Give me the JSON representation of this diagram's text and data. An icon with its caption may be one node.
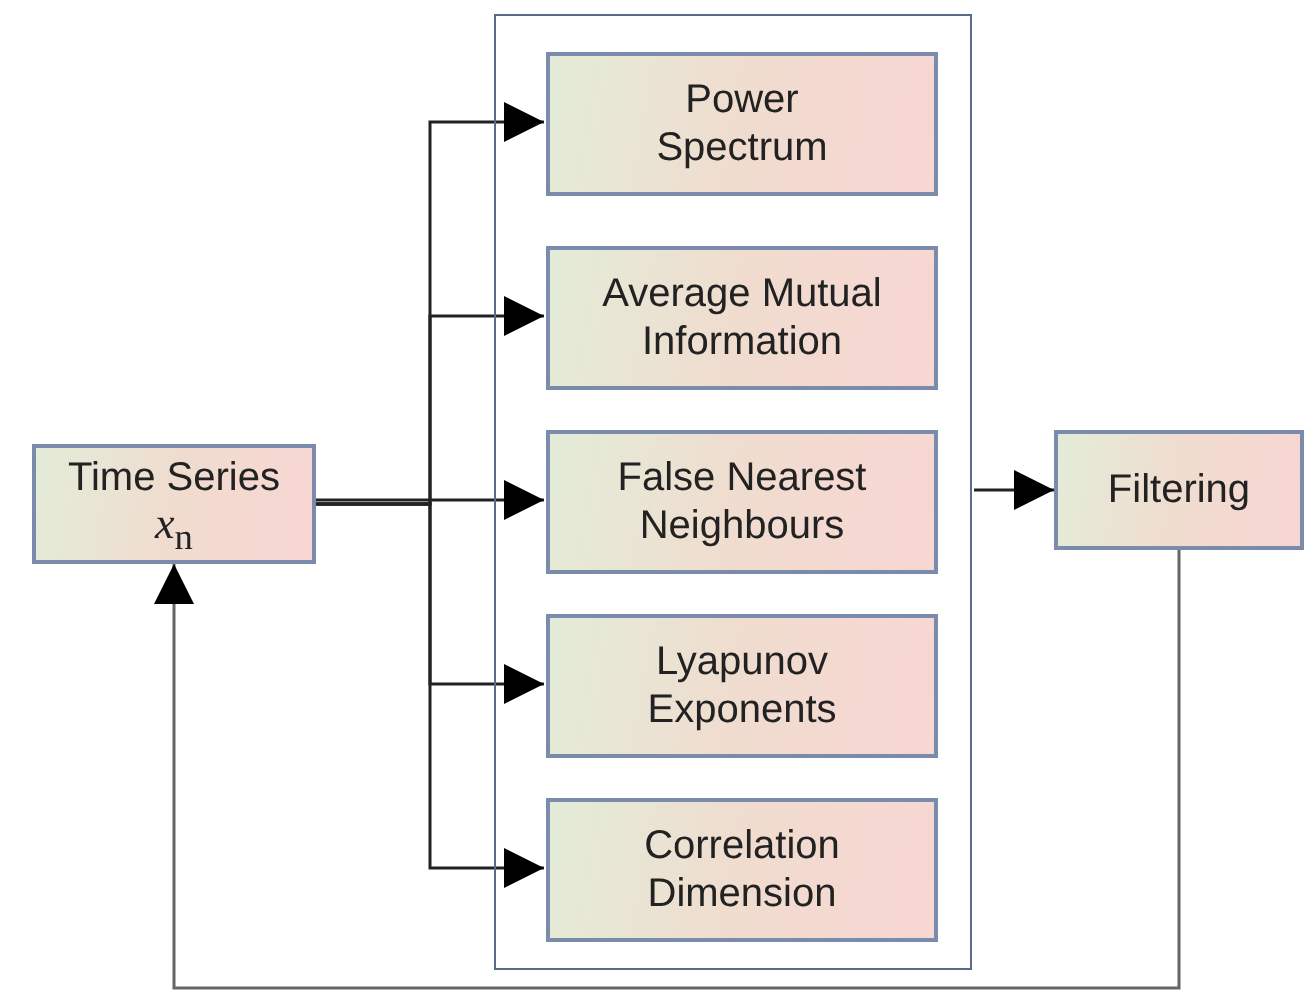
{
  "diagram": {
    "nodes": [
      {
        "text": [
          "Time Series",
          "*x*$_{n}$"
        ]
      },
      {
        "text": [],
        "shape": "box"
      },
      {
        "text": [
          "Power Spectrum"
        ],
        "in": 1
      },
      {
        "text": [
          "Average Mutual Information"
        ],
        "in": 1
      },
      {
        "text": [
          "False Nearest Neighbours"
        ],
        "in": 1
      },
      {
        "text": [
          "Lyapunov Exponents"
        ],
        "in": 1
      },
      {
        "text": [
          "Correlation Dimension"
        ],
        "in": 1
      },
      {
        "text": [
          "Filtering"
        ]
      }
    ],
    "edges": [
      {
        "from": 0,
        "to": 2,
        "arrow": "to"
      },
      {
        "from": 0,
        "to": 3,
        "arrow": "to"
      },
      {
        "from": 0,
        "to": 4,
        "arrow": "to"
      },
      {
        "from": 0,
        "to": 5,
        "arrow": "to"
      },
      {
        "from": 0,
        "to": 6,
        "arrow": "to"
      },
      {
        "from": 1,
        "to": 7,
        "arrow": "to"
      },
      {
        "from": 7,
        "to": 0,
        "arrow": "to"
      }
    ]
  }
}
